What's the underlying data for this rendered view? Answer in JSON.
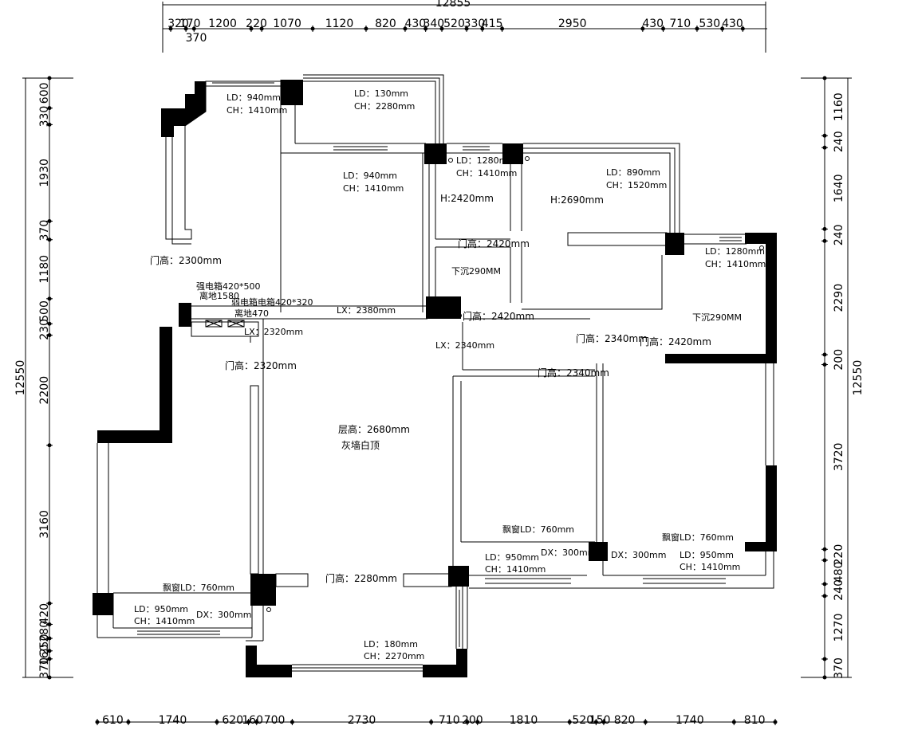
{
  "dimensions": {
    "top_total": "12855",
    "top": [
      "320",
      "170",
      "1200",
      "220",
      "1070",
      "1120",
      "820",
      "430",
      "340",
      "520",
      "330",
      "415",
      "2950",
      "430",
      "710",
      "530",
      "430"
    ],
    "top_extra": "370",
    "bottom": [
      "610",
      "1740",
      "620",
      "160",
      "700",
      "2730",
      "710",
      "200",
      "1810",
      "520",
      "150",
      "820",
      "1740",
      "810"
    ],
    "left_total": "12550",
    "left": [
      "600",
      "330",
      "1930",
      "370",
      "1180",
      "500",
      "230",
      "2200",
      "3160",
      "420",
      "280",
      "250",
      "160",
      "370"
    ],
    "right_total": "12550",
    "right": [
      "1160",
      "240",
      "1640",
      "240",
      "2290",
      "200",
      "3720",
      "220",
      "480",
      "240",
      "1270",
      "370"
    ]
  },
  "labels": {
    "win_tl_ld": "LD：940mm",
    "win_tl_ch": "CH：1410mm",
    "win_tc_ld": "LD：130mm",
    "win_tc_ch": "CH：2280mm",
    "win_c_ld": "LD：940mm",
    "win_c_ch": "CH：1410mm",
    "win_cr_ld": "LD：1280mm",
    "win_cr_ch": "CH：1410mm",
    "win_r_ld": "LD：890mm",
    "win_r_ch": "CH：1520mm",
    "h_left": "H:2420mm",
    "h_right": "H:2690mm",
    "door_tl": "门高：2300mm",
    "door_c": "门高：2420mm",
    "sunken_c": "下沉290MM",
    "win_rr_ld": "LD：1280mm",
    "win_rr_ch": "CH：1410mm",
    "sunken_r": "下沉290MM",
    "elec_box1": "强电箱420*500",
    "elec_box1_h": "离地1580",
    "elec_box2": "弱电箱电箱420*320",
    "elec_box2_h": "离地470",
    "lx1": "LX：2380mm",
    "lx2": "LX：2320mm",
    "lx3": "LX：2340mm",
    "door_c2": "门高：2420mm",
    "door_r1": "门高：2340mm",
    "door_r2": "门高：2420mm",
    "door_l": "门高：2320mm",
    "door_m": "门高：2340mm",
    "ceiling_h": "层高：2680mm",
    "ceiling": "灰墙白顶",
    "bay_m": "飘窗LD：760mm",
    "bay_r": "飘窗LD：760mm",
    "bay_l": "飘窗LD：760mm",
    "win_m_ld": "LD：950mm",
    "win_m_ch": "CH：1410mm",
    "dx_m": "DX：300mm",
    "dx_r": "DX：300mm",
    "win_br_ld": "LD：950mm",
    "win_br_ch": "CH：1410mm",
    "door_b": "门高：2280mm",
    "win_bl_ld": "LD：950mm",
    "win_bl_ch": "CH：1410mm",
    "dx_l": "DX：300mm",
    "win_b_ld": "LD：180mm",
    "win_b_ch": "CH：2270mm"
  }
}
